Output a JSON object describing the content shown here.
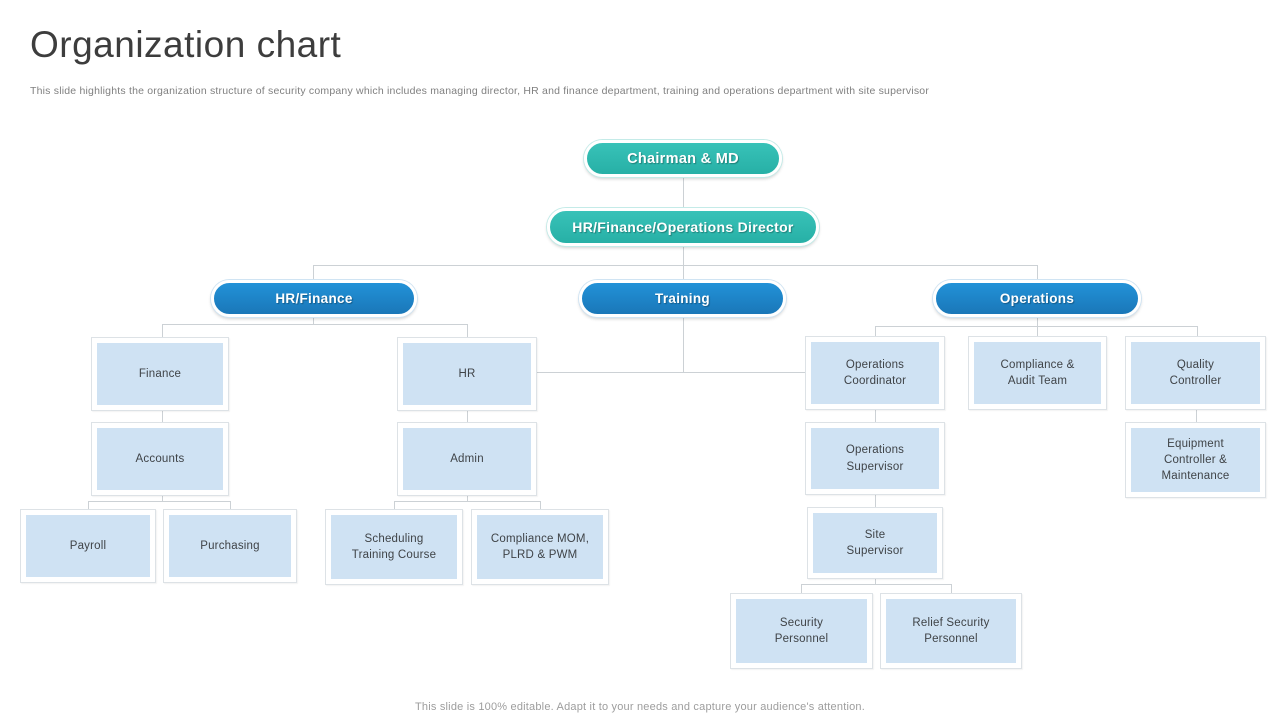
{
  "slide": {
    "title": "Organization chart",
    "subtitle": "This slide highlights the organization structure of security company which includes managing director, HR and finance department, training and operations department with site supervisor",
    "footer": "This slide is 100% editable. Adapt it to your needs and capture your audience's attention."
  },
  "colors": {
    "teal_pill": "#2CBBB1",
    "blue_pill": "#1D86CE",
    "node_fill": "#CFE2F3",
    "node_border": "#DDE2E6",
    "connector_line": "#CCD1D5",
    "title_text": "#3D3D3D",
    "node_text": "#3F4347"
  },
  "org": {
    "chairman": "Chairman & MD",
    "director": "HR/Finance/Operations Director",
    "branches": {
      "hr_finance": "HR/Finance",
      "training": "Training",
      "operations": "Operations"
    },
    "nodes": {
      "finance": "Finance",
      "accounts": "Accounts",
      "payroll": "Payroll",
      "purchasing": "Purchasing",
      "hr": "HR",
      "admin": "Admin",
      "scheduling": "Scheduling Training Course",
      "compliance_mom": "Compliance MOM, PLRD & PWM",
      "ops_coordinator": "Operations Coordinator",
      "compliance_audit": "Compliance & Audit Team",
      "quality_controller": "Quality Controller",
      "ops_supervisor": "Operations Supervisor",
      "equipment": "Equipment Controller & Maintenance",
      "site_supervisor": "Site Supervisor",
      "security": "Security Personnel",
      "relief_security": "Relief Security Personnel"
    }
  }
}
